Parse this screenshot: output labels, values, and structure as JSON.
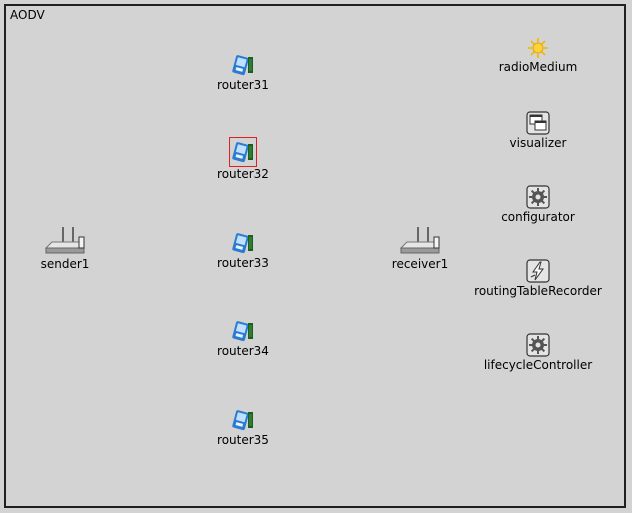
{
  "network": {
    "name": "AODV"
  },
  "nodes": {
    "router31": {
      "label": "router31",
      "icon": "pda-icon"
    },
    "router32": {
      "label": "router32",
      "icon": "pda-icon"
    },
    "router33": {
      "label": "router33",
      "icon": "pda-icon"
    },
    "router34": {
      "label": "router34",
      "icon": "pda-icon"
    },
    "router35": {
      "label": "router35",
      "icon": "pda-icon"
    },
    "sender1": {
      "label": "sender1",
      "icon": "wireless-router-icon"
    },
    "receiver1": {
      "label": "receiver1",
      "icon": "wireless-router-icon"
    },
    "radioMedium": {
      "label": "radioMedium",
      "icon": "sun-icon"
    },
    "visualizer": {
      "label": "visualizer",
      "icon": "windows-icon"
    },
    "configurator": {
      "label": "configurator",
      "icon": "gear-icon"
    },
    "routingTableRecorder": {
      "label": "routingTableRecorder",
      "icon": "lightning-icon"
    },
    "lifecycleController": {
      "label": "lifecycleController",
      "icon": "gear-icon"
    }
  },
  "colors": {
    "background": "#d3d3d3",
    "frame": "#202020",
    "selection": "#e02020"
  }
}
